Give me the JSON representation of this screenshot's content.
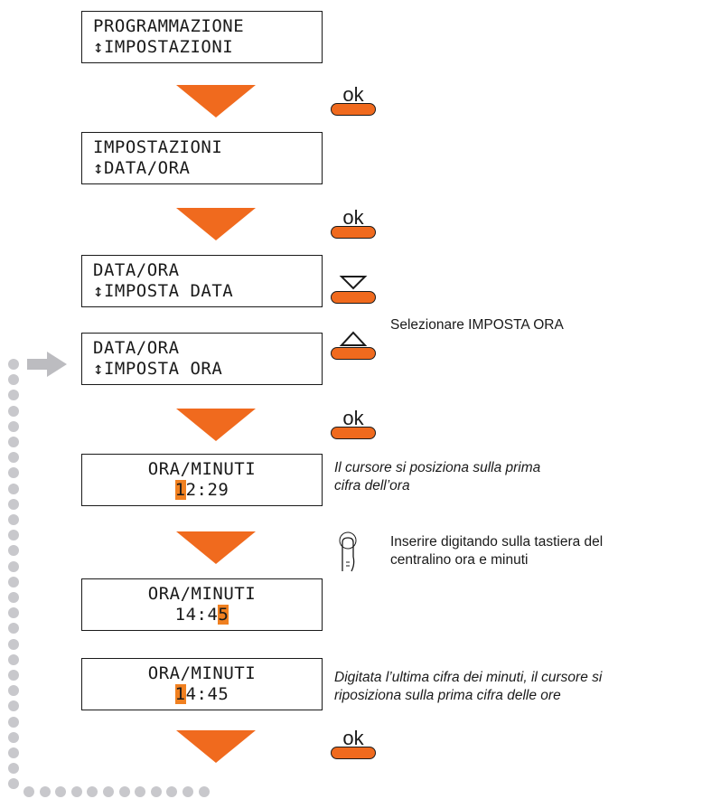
{
  "screens": [
    {
      "line1": "PROGRAMMAZIONE",
      "line2": "↕IMPOSTAZIONI"
    },
    {
      "line1": "IMPOSTAZIONI",
      "line2": "↕DATA/ORA"
    },
    {
      "line1": "DATA/ORA",
      "line2": "↕IMPOSTA DATA"
    },
    {
      "line1": "DATA/ORA",
      "line2": "↕IMPOSTA ORA"
    },
    {
      "line1": "ORA/MINUTI",
      "line2_pre": "",
      "line2_cursor": "1",
      "line2_post": "2:29"
    },
    {
      "line1": "ORA/MINUTI",
      "line2_pre": "14:4",
      "line2_cursor": "5",
      "line2_post": ""
    },
    {
      "line1": "ORA/MINUTI",
      "line2_pre": "",
      "line2_cursor": "1",
      "line2_post": "4:45"
    }
  ],
  "keys": {
    "ok_label": "ok",
    "down_icon": "triangle-down-outline",
    "up_icon": "triangle-up-outline"
  },
  "notes": {
    "select_time": "Selezionare IMPOSTA ORA",
    "cursor_hour_1": "Il cursore si posiziona sulla prima",
    "cursor_hour_2": "cifra dell’ora",
    "keypad_1": "Inserire digitando sulla tastiera del",
    "keypad_2": "centralino ora e minuti",
    "last_digit_1": "Digitata l’ultima cifra dei minuti, il cursore si",
    "last_digit_2": "riposiziona sulla prima cifra delle ore"
  },
  "colors": {
    "accent": "#f06a1e",
    "cursor": "#f08020",
    "loop": "#c8c8cc"
  }
}
